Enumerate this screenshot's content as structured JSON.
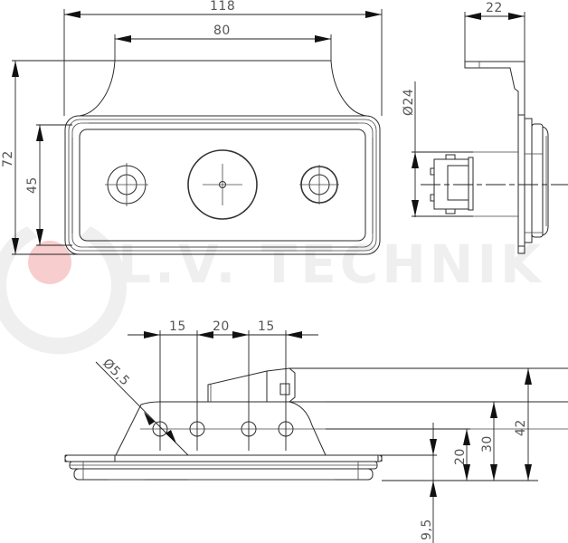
{
  "watermark": {
    "text": "L.V. TECHNIK",
    "logo_accent_color": "#f4b6b6",
    "logo_ring_color": "#ececec"
  },
  "front_view": {
    "dimensions": {
      "overall_width": "118",
      "bracket_width": "80",
      "overall_height": "72",
      "lens_height": "45"
    }
  },
  "side_view": {
    "dimensions": {
      "depth": "22",
      "connector_diameter": "Ø24"
    }
  },
  "bottom_view": {
    "dimensions": {
      "hole_spacing_left": "15",
      "hole_spacing_middle": "20",
      "hole_spacing_right": "15",
      "hole_diameter": "Ø5,5",
      "height_total": "42",
      "height_30": "30",
      "height_20": "20",
      "offset_below": "9,5"
    }
  },
  "colors": {
    "line": "#2a2a2a",
    "dimension_text": "#555555",
    "background": "#ffffff"
  }
}
